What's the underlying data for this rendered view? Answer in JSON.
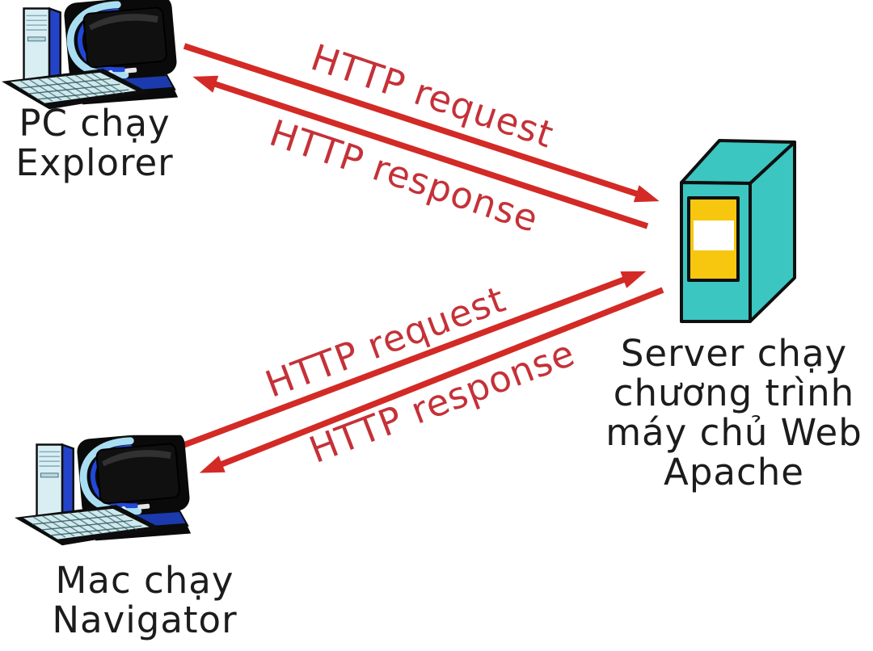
{
  "diagram": {
    "kind": "http-request-response-diagram",
    "background": "#ffffff",
    "colors": {
      "arrow_red": "#d32a26",
      "arrow_text_red": "#c53138",
      "node_text": "#1c1c1c",
      "server_body_teal": "#3cc6c2",
      "server_panel_yellow": "#f6c70e",
      "server_panel_band": "#ffffff",
      "computer_blue": "#2148d8",
      "computer_light_blue": "#a9def2"
    },
    "nodes": {
      "pc": {
        "icon": "desktop-computer-icon",
        "lines": [
          "PC chạy",
          "Explorer"
        ]
      },
      "mac": {
        "icon": "desktop-computer-icon",
        "lines": [
          "Mac chạy",
          "Navigator"
        ]
      },
      "server": {
        "icon": "server-box-icon",
        "lines": [
          "Server chạy",
          "chương trình",
          "máy chủ Web",
          "Apache"
        ]
      }
    },
    "arrows": [
      {
        "id": "pc-to-server",
        "label": "HTTP request",
        "from": "pc",
        "to": "server"
      },
      {
        "id": "server-to-pc",
        "label": "HTTP response",
        "from": "server",
        "to": "pc"
      },
      {
        "id": "mac-to-server",
        "label": "HTTP request",
        "from": "mac",
        "to": "server"
      },
      {
        "id": "server-to-mac",
        "label": "HTTP response",
        "from": "server",
        "to": "mac"
      }
    ]
  }
}
